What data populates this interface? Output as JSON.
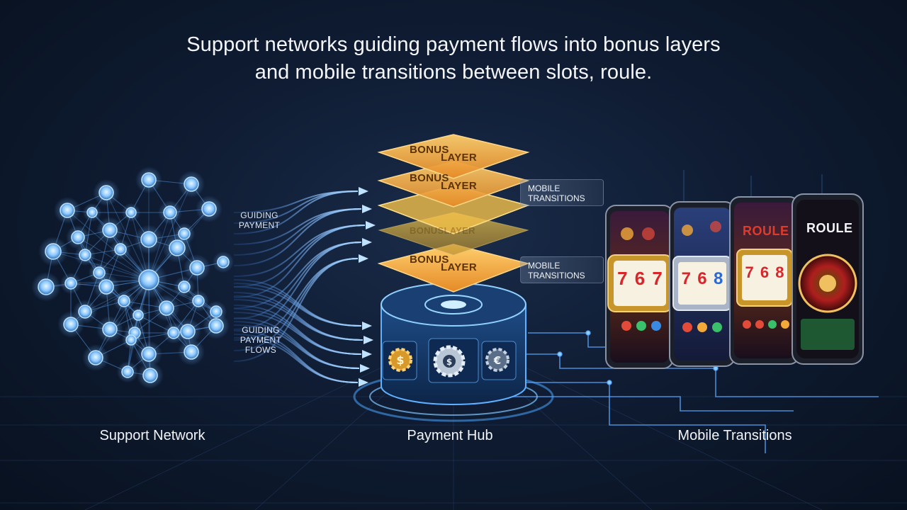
{
  "title": {
    "line1": "Support networks guiding payment flows into bonus layers",
    "line2": "and mobile transitions between slots, roule."
  },
  "flow_labels": {
    "upper": [
      "GUIDING",
      "PAYMENT"
    ],
    "lower": [
      "GUIDING",
      "PAYMENT",
      "FLOWS"
    ]
  },
  "bonus_layers": [
    {
      "word1": "BONUS",
      "word2": "LAYER"
    },
    {
      "word1": "BONUS",
      "word2": "LAYER"
    },
    {
      "word1": "BONUS",
      "word2": "LAYER"
    }
  ],
  "faded_layer_text": "BONUSLAYER",
  "side_tags": [
    {
      "line1": "MOBILE",
      "line2": "TRANSITIONS"
    },
    {
      "line1": "MOBILE",
      "line2": "TRANSITIONS"
    }
  ],
  "phones": {
    "roule_label_1": "ROULE",
    "roule_label_2": "ROULE",
    "slot_digits_1": [
      "7",
      "6",
      "7"
    ],
    "slot_digits_2": [
      "7",
      "6",
      "8"
    ],
    "slot_digits_3": [
      "7",
      "6",
      "8"
    ]
  },
  "hub_icons": [
    "dollar-gear-icon",
    "coin-gear-icon",
    "euro-gear-icon"
  ],
  "captions": {
    "support_network": "Support Network",
    "payment_hub": "Payment Hub",
    "mobile_transitions": "Mobile Transitions"
  },
  "colors": {
    "background": "#0f1c33",
    "node_glow": "#7fc6ff",
    "flow_arrow": "#6fb6ff",
    "bonus_layer": "#f2a53a",
    "hub": "#4aa6ff",
    "roule_red": "#e23a2a"
  }
}
